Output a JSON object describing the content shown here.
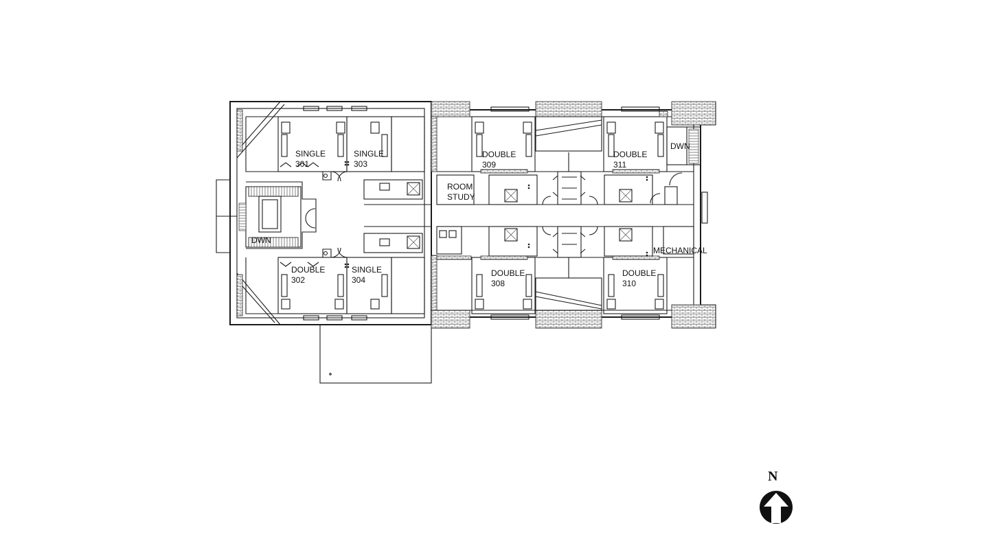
{
  "rooms": {
    "r301": {
      "type": "SINGLE",
      "number": "301"
    },
    "r303": {
      "type": "SINGLE",
      "number": "303"
    },
    "r302": {
      "type": "DOUBLE",
      "number": "302"
    },
    "r304": {
      "type": "SINGLE",
      "number": "304"
    },
    "r309": {
      "type": "DOUBLE",
      "number": "309"
    },
    "r311": {
      "type": "DOUBLE",
      "number": "311"
    },
    "r308": {
      "type": "DOUBLE",
      "number": "308"
    },
    "r310": {
      "type": "DOUBLE",
      "number": "310"
    }
  },
  "labels": {
    "room_study_line1": "ROOM",
    "room_study_line2": "STUDY",
    "mechanical": "MECHANICAL",
    "stair_west": "DWN",
    "stair_east": "DWN"
  },
  "north_arrow": {
    "letter": "N"
  },
  "colors": {
    "line": "#1a1a1a",
    "background": "#ffffff"
  }
}
